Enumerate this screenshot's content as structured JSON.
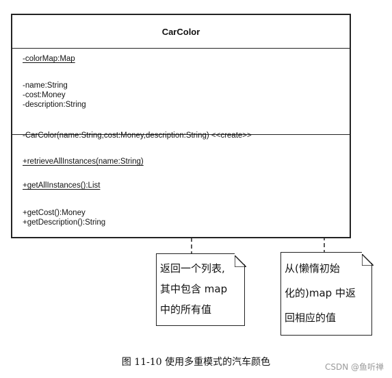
{
  "uml_class": {
    "name": "CarColor",
    "static_attributes": [
      "-colorMap:Map"
    ],
    "attributes": [
      "-name:String",
      "-cost:Money",
      "-description:String"
    ],
    "constructor": "-CarColor(name:String,cost:Money,description:String) <<create>>",
    "static_methods": [
      "+retrieveAllInstances(name:String)",
      "+getAllInstances():List"
    ],
    "methods": [
      "+getCost():Money",
      "+getDescription():String"
    ]
  },
  "notes": [
    {
      "lines": [
        "返回一个列表,",
        "其中包含 map",
        "中的所有值"
      ]
    },
    {
      "lines": [
        "从(懒惰初始",
        "化的)map  中返",
        "回相应的值"
      ]
    }
  ],
  "caption": "图 11-10   使用多重模式的汽车颜色",
  "watermark": "CSDN @鱼听禅"
}
